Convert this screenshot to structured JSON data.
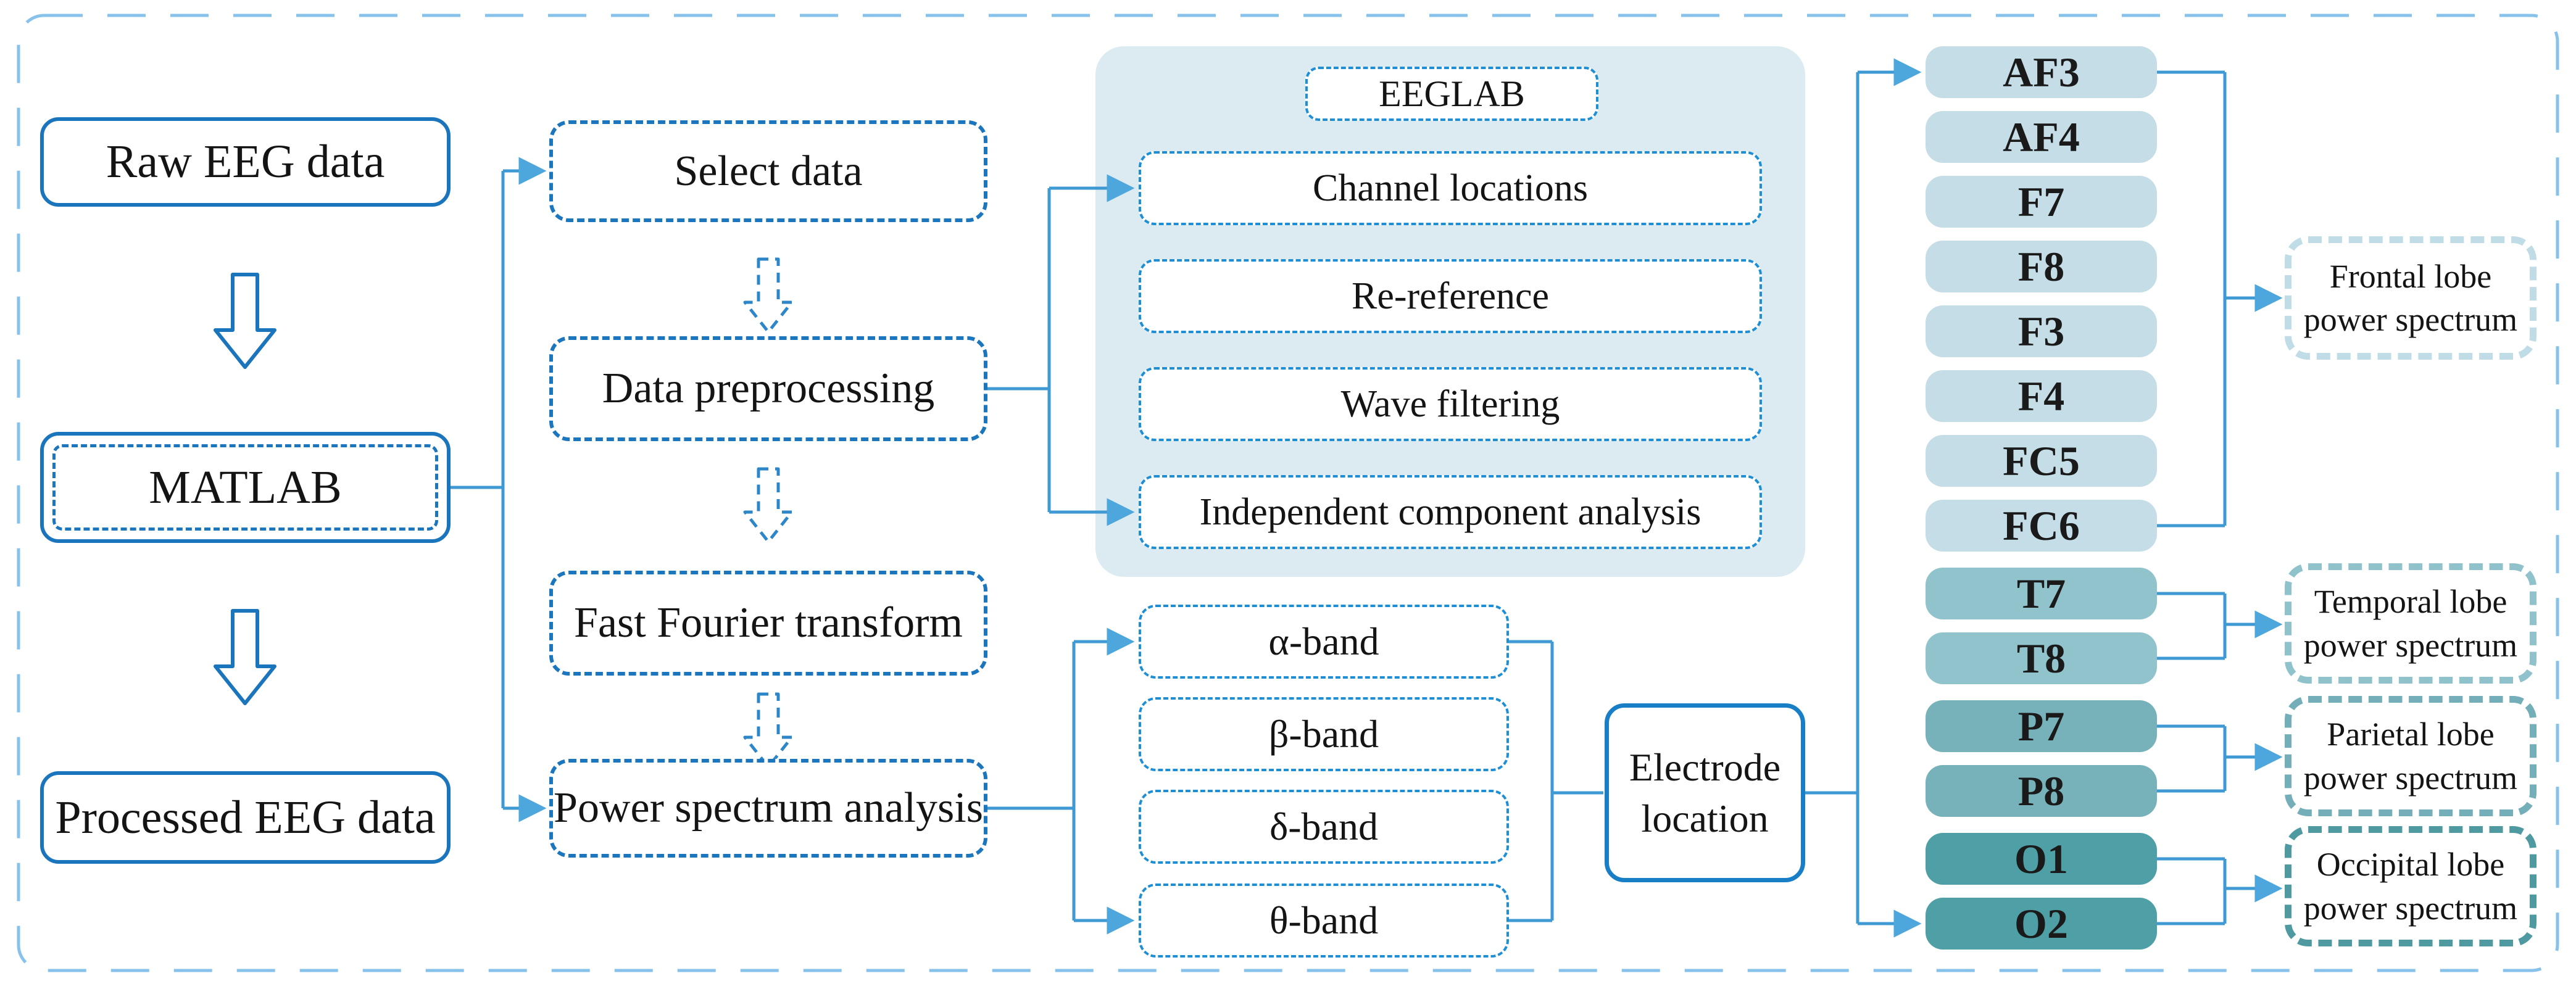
{
  "figure": {
    "left_column": {
      "raw": "Raw EEG data",
      "matlab": "MATLAB",
      "processed": "Processed EEG data"
    },
    "pipeline": {
      "items": [
        {
          "label": "Select data"
        },
        {
          "label": "Data preprocessing"
        },
        {
          "label": "Fast Fourier transform"
        },
        {
          "label": "Power spectrum analysis"
        }
      ]
    },
    "eeglab": {
      "title": "EEGLAB",
      "steps": [
        {
          "label": "Channel locations"
        },
        {
          "label": "Re-reference"
        },
        {
          "label": "Wave filtering"
        },
        {
          "label": "Independent component analysis"
        }
      ]
    },
    "bands": {
      "items": [
        {
          "label": "α-band"
        },
        {
          "label": "β-band"
        },
        {
          "label": "δ-band"
        },
        {
          "label": "θ-band"
        }
      ]
    },
    "electrode_location": "Electrode location",
    "electrodes": {
      "items": [
        {
          "label": "AF3",
          "group": "frontal"
        },
        {
          "label": "AF4",
          "group": "frontal"
        },
        {
          "label": "F7",
          "group": "frontal"
        },
        {
          "label": "F8",
          "group": "frontal"
        },
        {
          "label": "F3",
          "group": "frontal"
        },
        {
          "label": "F4",
          "group": "frontal"
        },
        {
          "label": "FC5",
          "group": "frontal"
        },
        {
          "label": "FC6",
          "group": "frontal"
        },
        {
          "label": "T7",
          "group": "temporal"
        },
        {
          "label": "T8",
          "group": "temporal"
        },
        {
          "label": "P7",
          "group": "parietal"
        },
        {
          "label": "P8",
          "group": "parietal"
        },
        {
          "label": "O1",
          "group": "occipital"
        },
        {
          "label": "O2",
          "group": "occipital"
        }
      ]
    },
    "outputs": {
      "items": [
        {
          "label": "Frontal lobe power spectrum",
          "group": "frontal"
        },
        {
          "label": "Temporal lobe power spectrum",
          "group": "temporal"
        },
        {
          "label": "Parietal lobe power spectrum",
          "group": "parietal"
        },
        {
          "label": "Occipital lobe power spectrum",
          "group": "occipital"
        }
      ]
    }
  },
  "colors": {
    "box_border_blue": "#1a75bc",
    "dotted_border_blue": "#1e8fd4",
    "connector_blue": "#3f9ad4",
    "arrowhead_blue": "#4da6dc",
    "outer_frame_dash": "#86c2ea",
    "eeglab_panel_bg": "#dcebf2",
    "frontal_fill": "#c5dde7",
    "temporal_fill": "#90c3cc",
    "parietal_fill": "#77b2bb",
    "occipital_fill": "#4f9fa6"
  }
}
